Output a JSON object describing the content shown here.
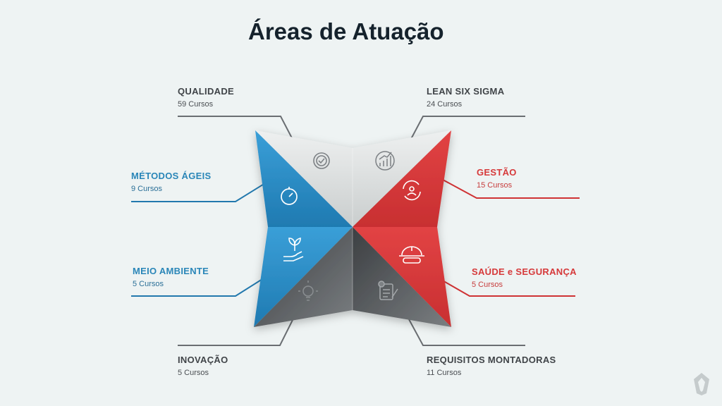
{
  "title": "Áreas de Atuação",
  "areas": [
    {
      "name": "QUALIDADE",
      "count": "59 Cursos",
      "color": "#d5d9d9",
      "icon": "check-badge-icon"
    },
    {
      "name": "LEAN SIX SIGMA",
      "count": "24 Cursos",
      "color": "#d5d9d9",
      "icon": "growth-chart-icon"
    },
    {
      "name": "MÉTODOS ÁGEIS",
      "count": "9 Cursos",
      "color": "#2a8ec9",
      "icon": "stopwatch-icon"
    },
    {
      "name": "GESTÃO",
      "count": "15 Cursos",
      "color": "#d8393a",
      "icon": "team-cycle-icon"
    },
    {
      "name": "MEIO AMBIENTE",
      "count": "5 Cursos",
      "color": "#2a8ec9",
      "icon": "plant-hand-icon"
    },
    {
      "name": "SAÚDE e SEGURANÇA",
      "count": "5 Cursos",
      "color": "#d8393a",
      "icon": "safety-helmet-icon"
    },
    {
      "name": "INOVAÇÃO",
      "count": "5 Cursos",
      "color": "#55595c",
      "icon": "lightbulb-icon"
    },
    {
      "name": "REQUISITOS MONTADORAS",
      "count": "11 Cursos",
      "color": "#55595c",
      "icon": "checklist-icon"
    }
  ],
  "colors": {
    "blue": "#2a8ec9",
    "red": "#d8393a",
    "grey": "#55595c",
    "light": "#d5d9d9",
    "background": "#eef3f3"
  }
}
